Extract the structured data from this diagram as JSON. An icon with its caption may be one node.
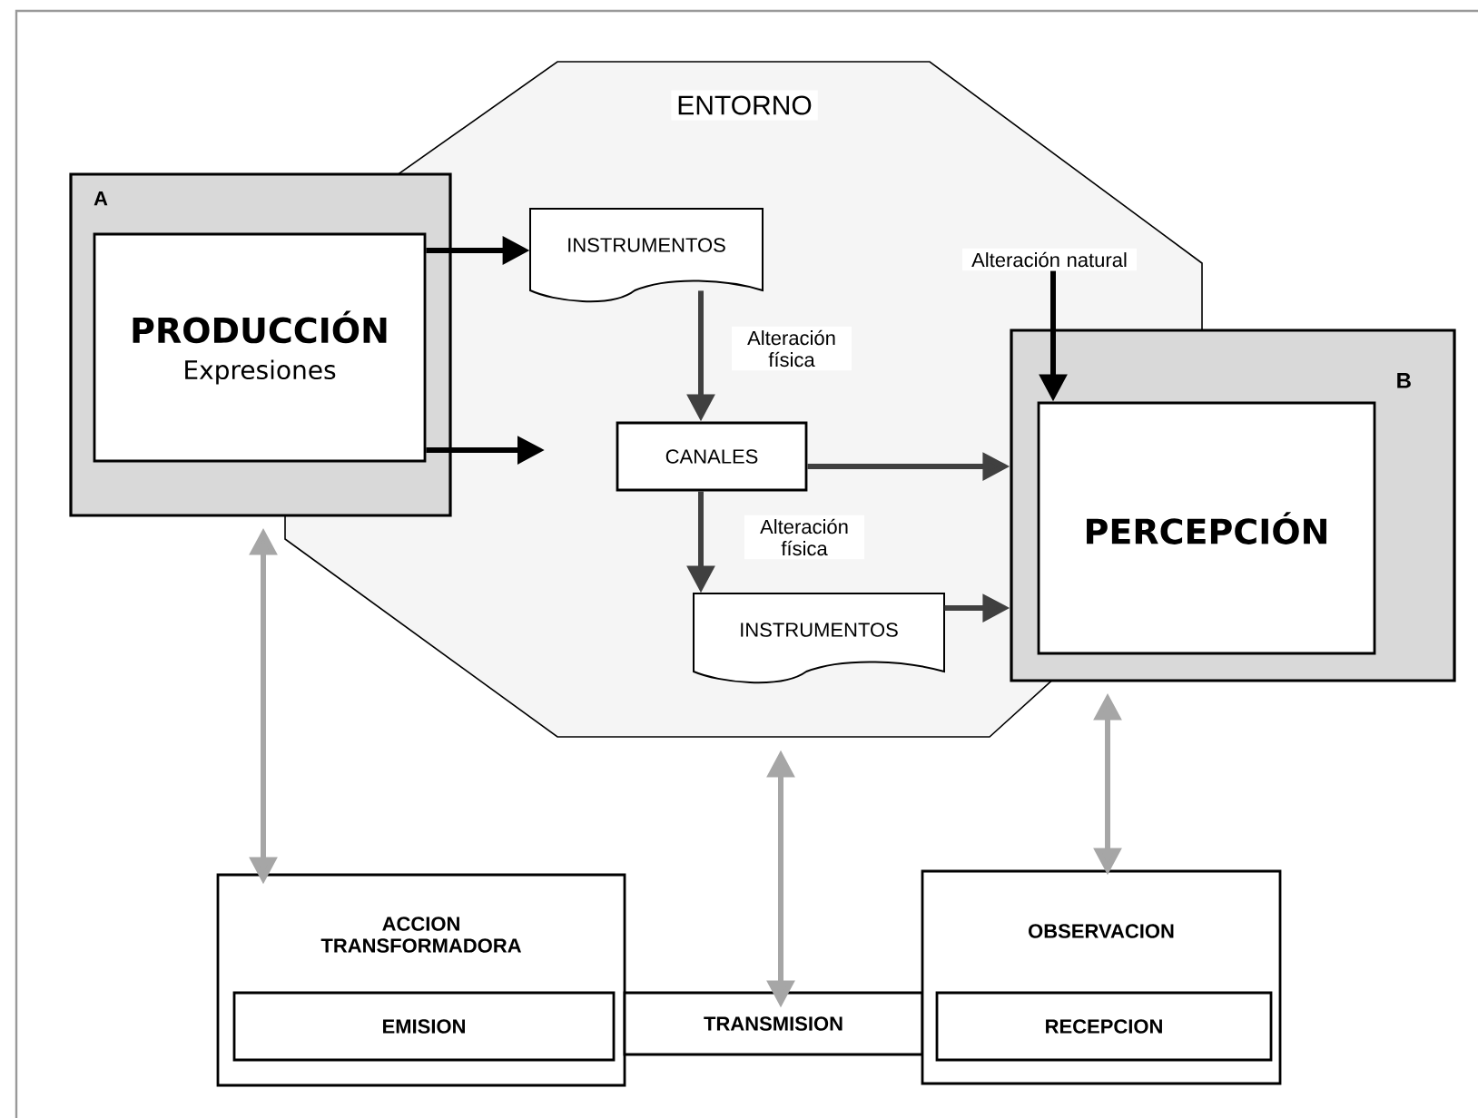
{
  "diagram": {
    "nodes": [
      {
        "text": [
          "ENTORNO"
        ]
      },
      {
        "text": [
          "A"
        ]
      },
      {
        "text": [
          "PRODUCCIÓN",
          "Expresiones"
        ],
        "in": 1
      },
      {
        "text": [
          "INSTRUMENTOS"
        ],
        "in": 0
      },
      {
        "text": [
          "CANALES"
        ],
        "in": 0
      },
      {
        "text": [
          "INSTRUMENTOS"
        ],
        "in": 0
      },
      {
        "text": [
          "B"
        ]
      },
      {
        "text": [
          "PERCEPCIÓN"
        ],
        "in": 6
      },
      {
        "text": [
          "Alteración natural"
        ],
        "in": 0
      },
      {
        "text": [
          "ACCION TRANSFORMADORA"
        ]
      },
      {
        "text": [
          "EMISION"
        ],
        "in": 9
      },
      {
        "text": [
          "TRANSMISION"
        ]
      },
      {
        "text": [
          "OBSERVACION"
        ]
      },
      {
        "text": [
          "RECEPCION"
        ],
        "in": 12
      }
    ],
    "edges": [
      {
        "from": 2,
        "to": 3,
        "arrow": "to",
        "color": "#000000"
      },
      {
        "from": 2,
        "to": null,
        "arrow": "to",
        "color": "#000000"
      },
      {
        "from": 3,
        "to": 4,
        "arrow": "to",
        "label": "Alteración física"
      },
      {
        "from": 4,
        "to": 6,
        "arrow": "to"
      },
      {
        "from": 4,
        "to": 5,
        "arrow": "to",
        "label": "Alteración física"
      },
      {
        "from": 5,
        "to": 6,
        "arrow": "to"
      },
      {
        "from": 8,
        "to": 7,
        "arrow": "to",
        "color": "#000000"
      },
      {
        "from": 1,
        "to": 9,
        "arrow": "both",
        "color": "#a6a6a6"
      },
      {
        "from": 0,
        "to": 11,
        "arrow": "both",
        "color": "#a6a6a6"
      },
      {
        "from": 6,
        "to": 12,
        "arrow": "both",
        "color": "#a6a6a6"
      }
    ]
  }
}
